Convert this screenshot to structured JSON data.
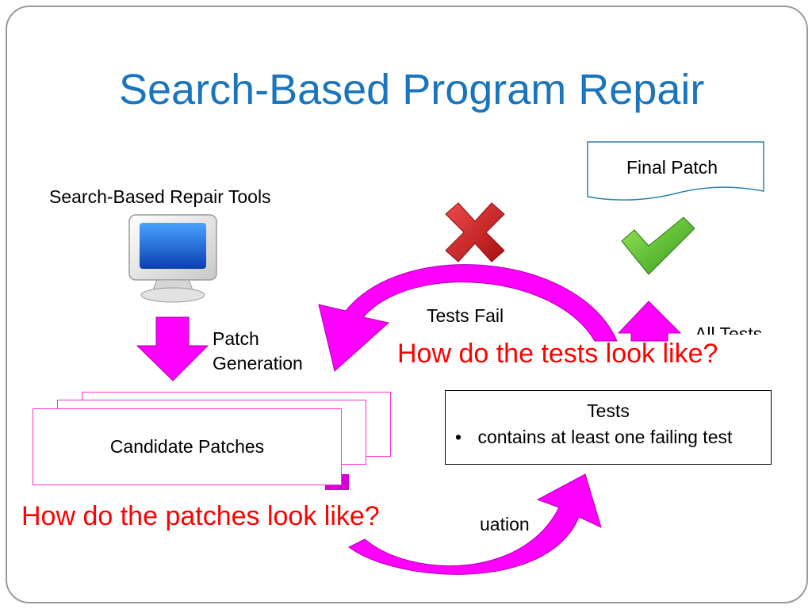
{
  "title": "Search-Based Program Repair",
  "final_patch_label": "Final Patch",
  "tools_label": "Search-Based Repair Tools",
  "patch_generation_line1": "Patch",
  "patch_generation_line2": "Generation",
  "tests_fail_label": "Tests Fail",
  "all_tests_partial": "All Tests",
  "tests_question": "How do the tests look like?",
  "candidate_patches_label": "Candidate Patches",
  "tests_box": {
    "header": "Tests",
    "bullet": "•",
    "item": "contains at least one failing test"
  },
  "patches_question": "How do the patches look like?",
  "evaluation_partial": "uation",
  "colors": {
    "title": "#1a75bc",
    "arrow": "#ff00ff",
    "question": "#ff0000",
    "cross": "#cc1a1a",
    "check": "#5bbd2a",
    "final_patch_border": "#2e7fb0"
  },
  "icons": [
    "monitor-icon",
    "cross-icon",
    "checkmark-icon"
  ]
}
